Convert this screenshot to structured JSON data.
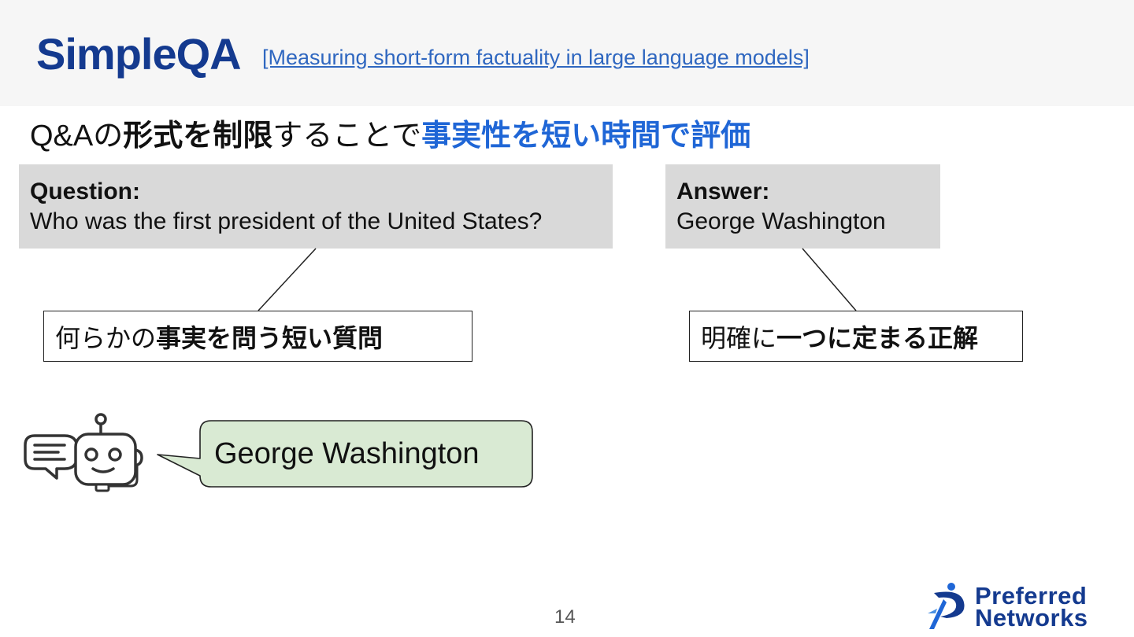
{
  "header": {
    "title": "SimpleQA",
    "reference": "[Measuring short-form factuality in large language models]"
  },
  "subtitle": {
    "part1": "Q&Aの",
    "part2": "形式を制限",
    "part3": "することで",
    "part4": "事実性を短い時間で評価"
  },
  "question_box": {
    "label": "Question:",
    "text": "Who was the first president of the United States?"
  },
  "answer_box": {
    "label": "Answer:",
    "text": "George Washington"
  },
  "question_note": {
    "plain": "何らかの",
    "bold": "事実を問う短い質問"
  },
  "answer_note": {
    "plain": "明確に",
    "bold": "一つに定まる正解"
  },
  "chat": {
    "icon": "chatbot-icon",
    "response": "George Washington",
    "bubble_color": "#d9ead3"
  },
  "footer": {
    "page_number": "14",
    "logo_line1": "Preferred",
    "logo_line2": "Networks"
  },
  "colors": {
    "title": "#143a8f",
    "link": "#2f67c0",
    "highlight": "#1f66d6",
    "box_gray": "#d9d9d9"
  }
}
